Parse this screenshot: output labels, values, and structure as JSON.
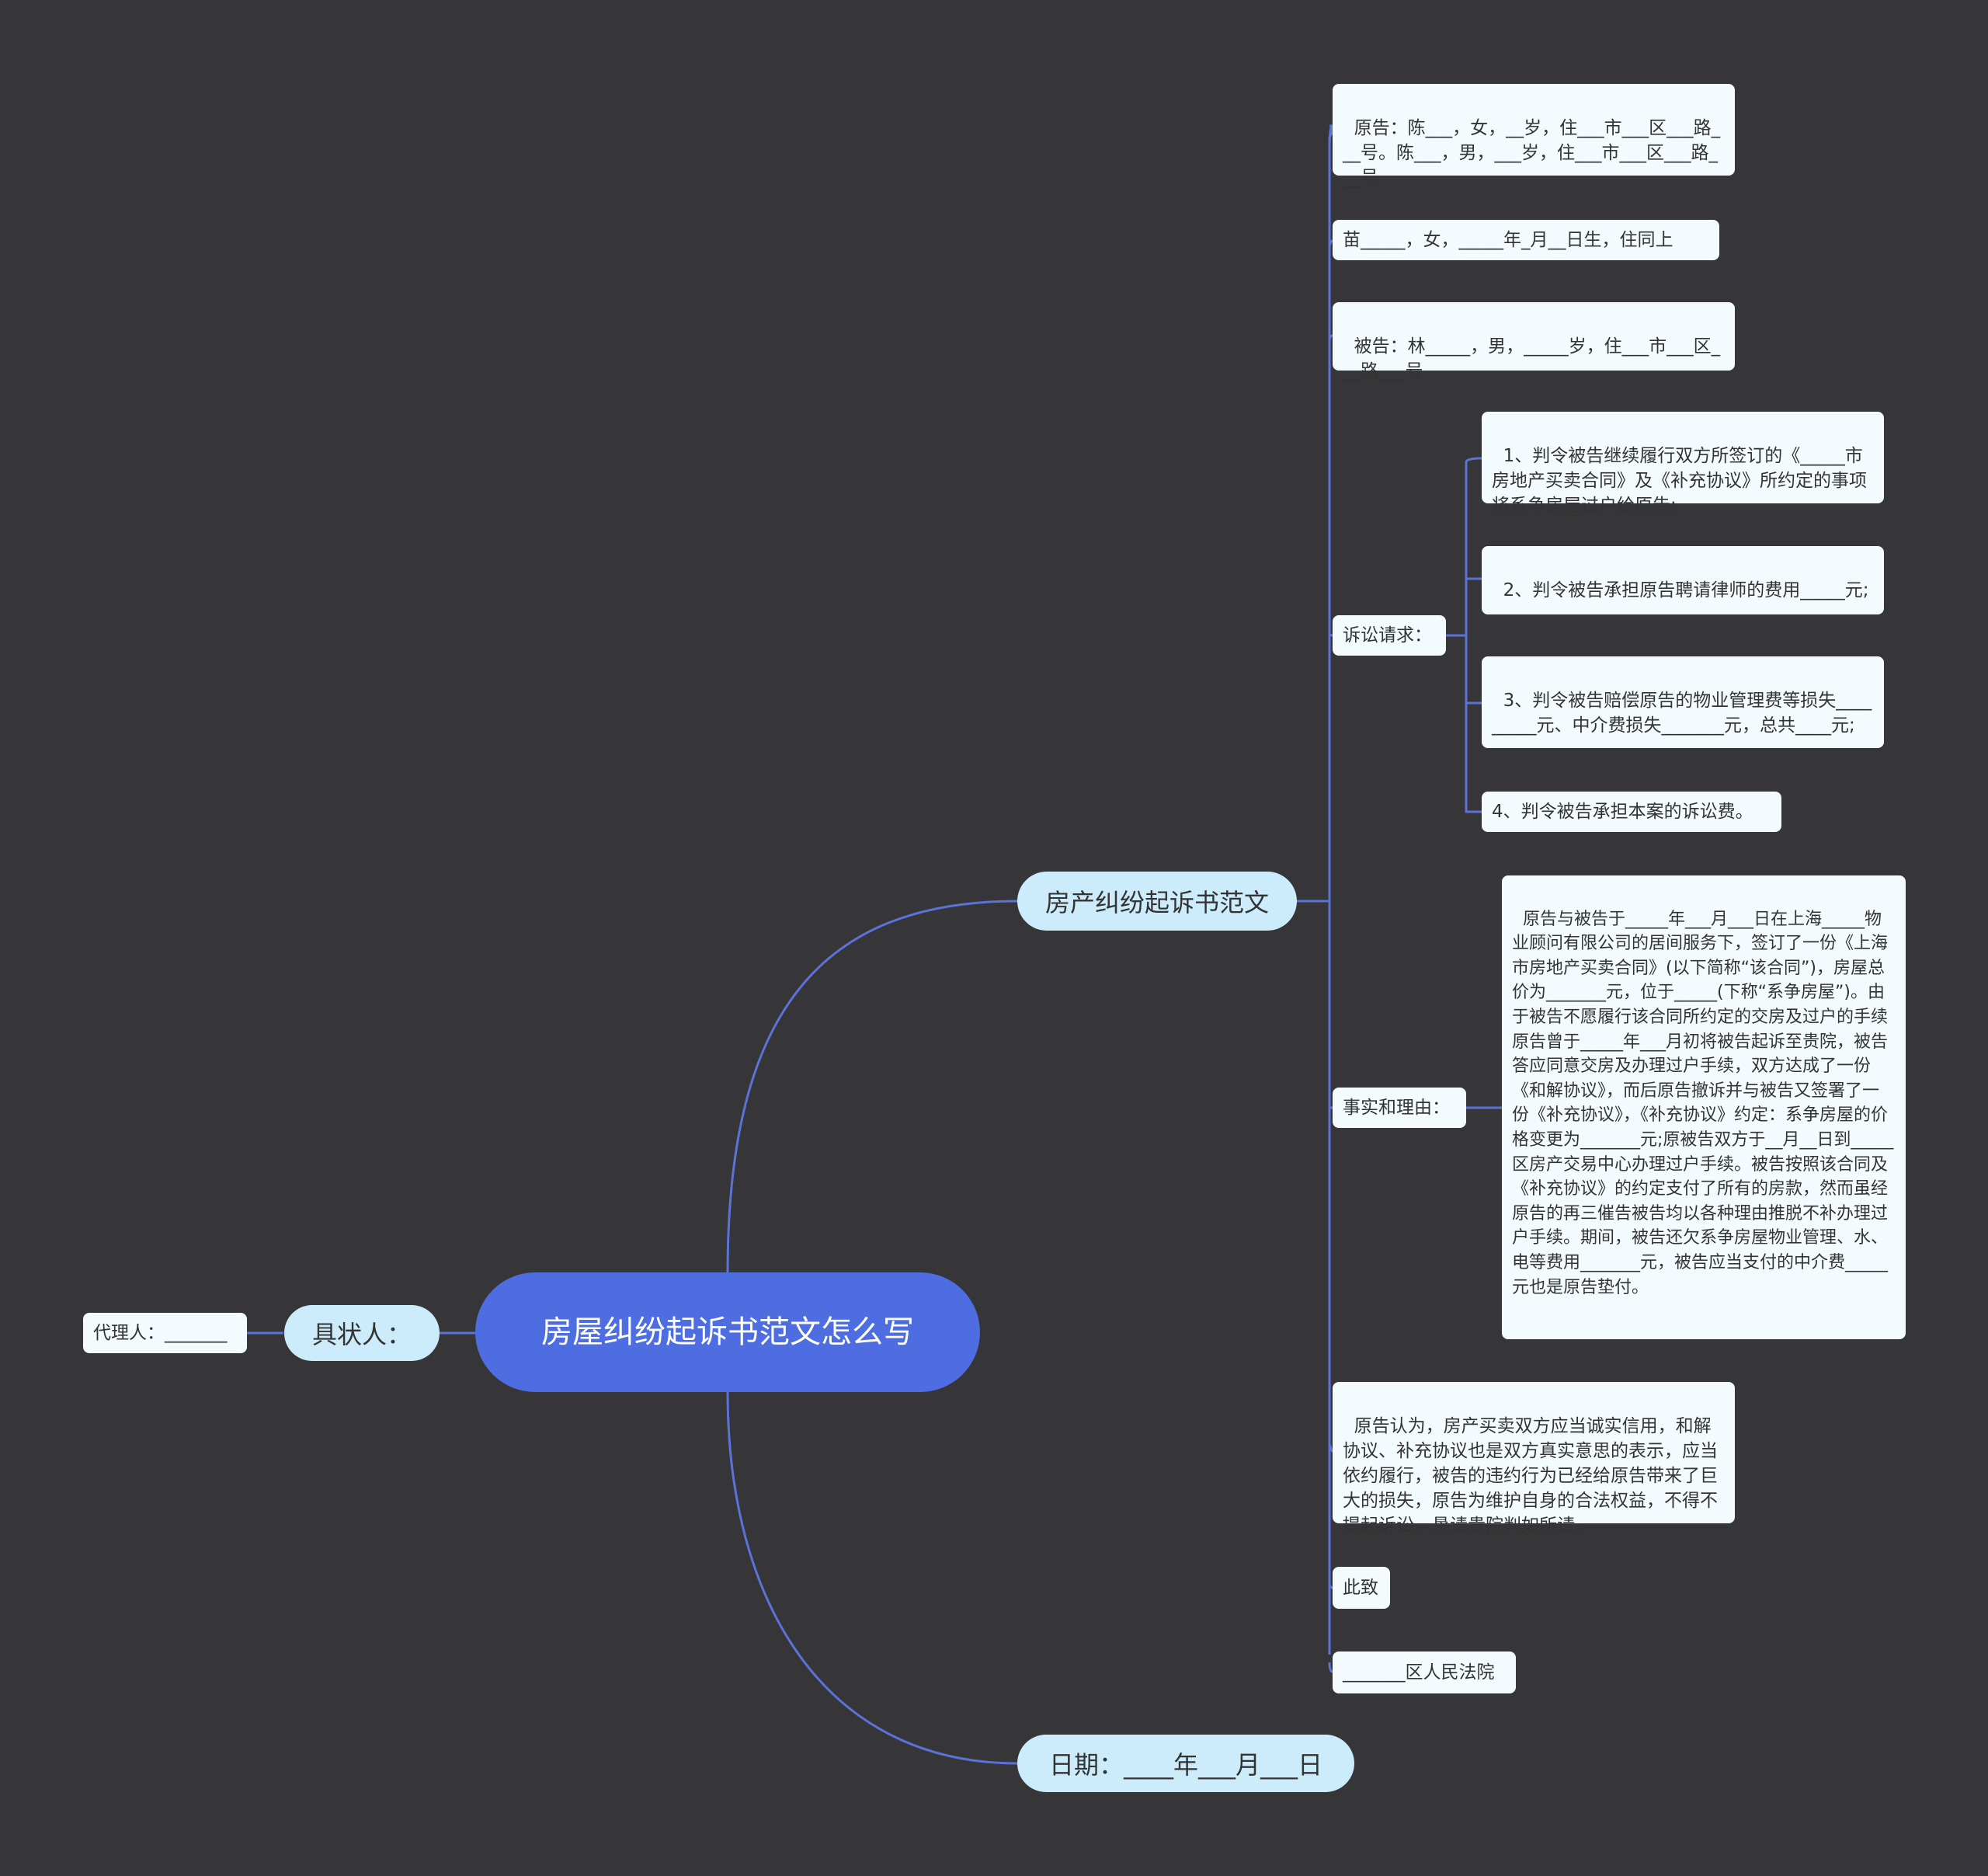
{
  "colors": {
    "background": "#363538",
    "root": "#4d6de0",
    "main_node": "#ccecfb",
    "leaf_node": "#f4fbfe",
    "line": "#5b72d8"
  },
  "root": {
    "label": "房屋纠纷起诉书范文怎么写"
  },
  "branch_complaint": {
    "label": "房产纠纷起诉书范文",
    "plaintiff": "原告：陈___，女，__岁，住___市___区___路___号。陈___，男，___岁，住___市___区___路___号",
    "plaintiff2": "苗_____，女，_____年_月__日生，住同上",
    "defendant": "被告：林_____，男，_____岁，住___市___区___路___号",
    "claims": {
      "label": "诉讼请求：",
      "items": [
        "1、判令被告继续履行双方所签订的《_____市房地产买卖合同》及《补充协议》所约定的事项将系争房屋过户给原告;",
        "2、判令被告承担原告聘请律师的费用_____元;",
        "3、判令被告赔偿原告的物业管理费等损失_________元、中介费损失_______元，总共____元;",
        "4、判令被告承担本案的诉讼费。"
      ]
    },
    "facts": {
      "label": "事实和理由：",
      "text": "原告与被告于_____年___月___日在上海_____物业顾问有限公司的居间服务下，签订了一份《上海市房地产买卖合同》(以下简称“该合同”)，房屋总价为_______元，位于_____(下称“系争房屋”)。由于被告不愿履行该合同所约定的交房及过户的手续原告曾于_____年___月初将被告起诉至贵院，被告答应同意交房及办理过户手续，双方达成了一份《和解协议》，而后原告撤诉并与被告又签署了一份《补充协议》，《补充协议》约定：系争房屋的价格变更为_______元;原被告双方于__月__日到_____区房产交易中心办理过户手续。被告按照该合同及《补充协议》的约定支付了所有的房款，然而虽经原告的再三催告被告均以各种理由推脱不补办理过户手续。期间，被告还欠系争房屋物业管理、水、电等费用_______元，被告应当支付的中介费_____元也是原告垫付。"
    },
    "reasoning": "原告认为，房产买卖双方应当诚实信用，和解协议、补充协议也是双方真实意思的表示，应当依约履行，被告的违约行为已经给原告带来了巨大的损失，原告为维护自身的合法权益，不得不提起诉讼，恳请贵院判如所请。",
    "closing": "此致",
    "court": "_______区人民法院"
  },
  "branch_date": {
    "label": "日期：____年___月___日"
  },
  "branch_signer": {
    "label": "具状人：",
    "agent": "代理人：_______"
  }
}
